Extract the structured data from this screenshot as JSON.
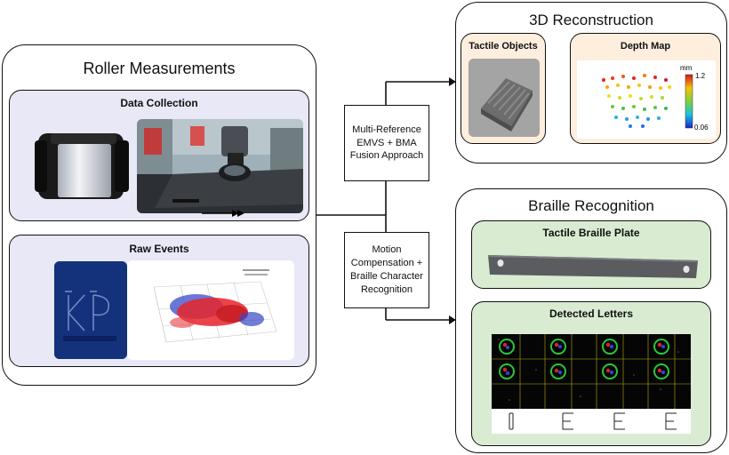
{
  "left": {
    "title": "Roller Measurements",
    "data_collection": {
      "title": "Data Collection"
    },
    "raw_events": {
      "title": "Raw Events"
    }
  },
  "methods": {
    "top": [
      "Multi-Reference",
      "EMVS + BMA",
      "Fusion Approach"
    ],
    "bottom": [
      "Motion",
      "Compensation +",
      "Braille Character",
      "Recognition"
    ]
  },
  "reconstruction": {
    "title": "3D Reconstruction",
    "tactile_objects": "Tactile Objects",
    "depth_map": "Depth Map",
    "colorbar": {
      "unit": "mm",
      "max": "1.2",
      "min": "0.06"
    }
  },
  "braille": {
    "title": "Braille Recognition",
    "plate": "Tactile Braille Plate",
    "detected": "Detected Letters",
    "letters": [
      "I",
      "E",
      "E",
      "E"
    ]
  }
}
